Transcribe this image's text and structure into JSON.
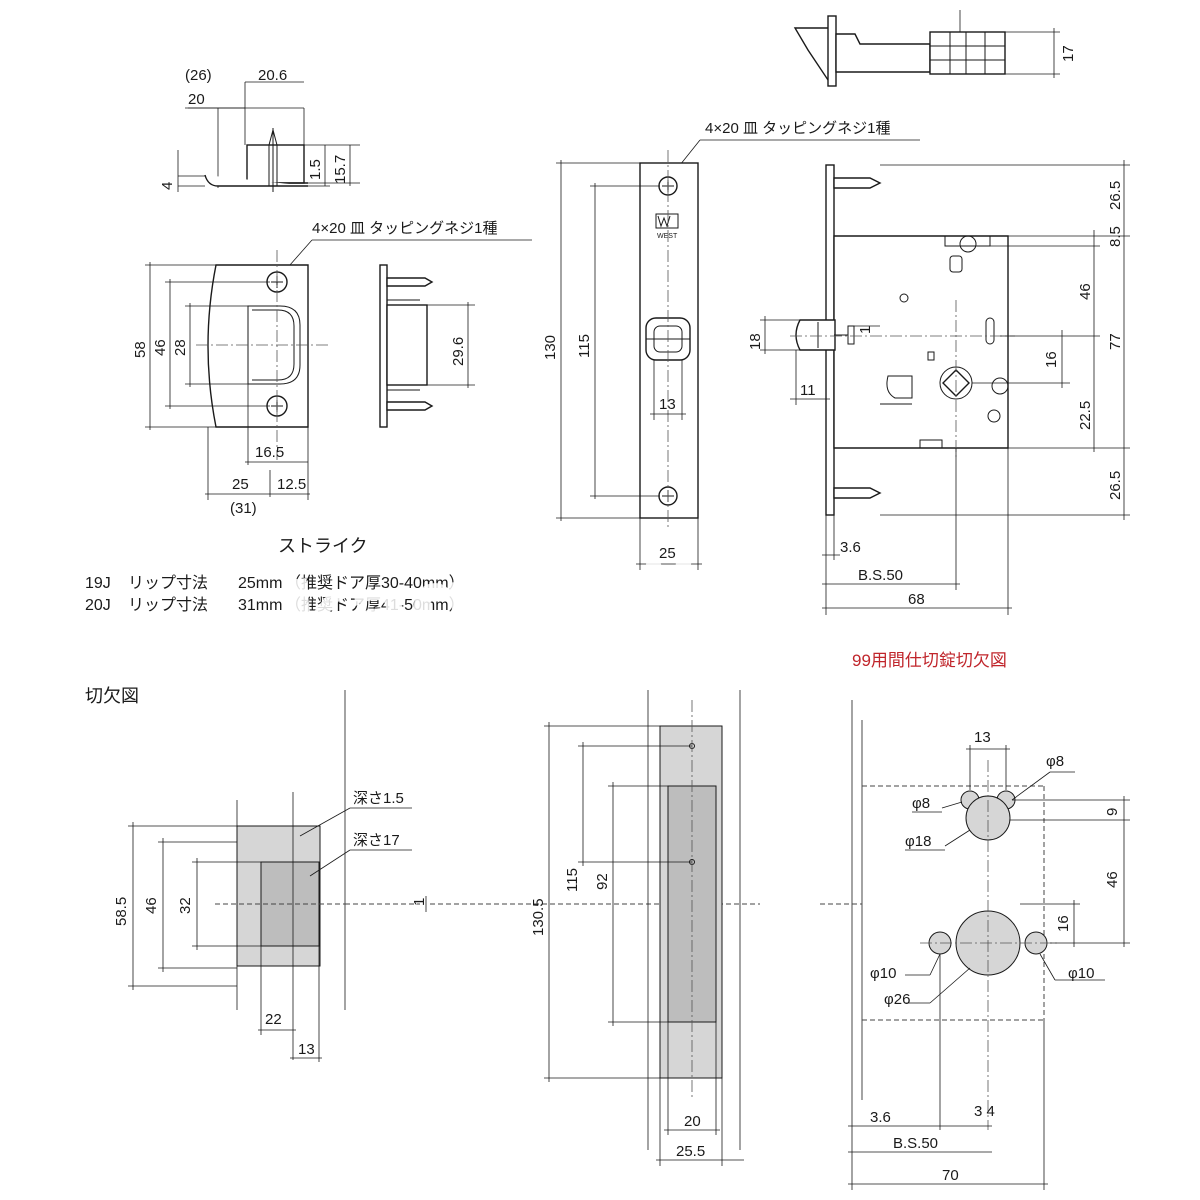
{
  "strike": {
    "top_dims": {
      "d26": "(26)",
      "d20_6": "20.6",
      "d20": "20",
      "d4": "4",
      "d1_5": "1.5",
      "d15_7": "15.7"
    },
    "screw_note": "4×20 皿 タッピングネジ1種",
    "front_dims": {
      "d58": "58",
      "d46": "46",
      "d28": "28",
      "d16_5": "16.5",
      "d25": "25",
      "d12_5": "12.5",
      "d31": "(31)"
    },
    "side_dims": {
      "d29_6": "29.6"
    },
    "title": "ストライク",
    "spec_rows": [
      {
        "model": "19J",
        "label": "リップ寸法",
        "size": "25mm",
        "note": "（推奨ドア厚30-40mm）"
      },
      {
        "model": "20J",
        "label": "リップ寸法",
        "size": "31mm",
        "note": "（推奨ドア厚41-50mm）"
      }
    ]
  },
  "latch": {
    "screw_note": "4×20 皿 タッピングネジ1種",
    "face_dims": {
      "d130": "130",
      "d115": "115",
      "d13": "13",
      "d25": "25"
    },
    "brand_mark": "WEST",
    "top_dims": {
      "d17": "17"
    },
    "body_dims": {
      "d18": "18",
      "d11": "11",
      "d1": "1",
      "d26_5_top": "26.5",
      "d8_5": "8.5",
      "d46": "46",
      "d77": "77",
      "d16": "16",
      "d22_5": "22.5",
      "d26_5_bottom": "26.5",
      "d3_6": "3.6",
      "bs50": "B.S.50",
      "d68": "68"
    }
  },
  "cutout": {
    "title": "切欠図",
    "red_title": "99用間仕切錠切欠図",
    "strike_dims": {
      "depth1_5": "深さ1.5",
      "depth17": "深さ17",
      "d58_5": "58.5",
      "d46": "46",
      "d32": "32",
      "d22": "22",
      "d13": "13"
    },
    "center_dims": {
      "d1": "1"
    },
    "edge_dims": {
      "d130_5": "130.5",
      "d115": "115",
      "d92": "92",
      "d20": "20",
      "d25_5": "25.5"
    },
    "hole_dims": {
      "d13": "13",
      "phi8_a": "φ8",
      "phi8_b": "φ8",
      "phi18": "φ18",
      "d9": "9",
      "d46": "46",
      "d16": "16",
      "phi10_l": "φ10",
      "phi10_r": "φ10",
      "phi26": "φ26",
      "d3_6": "3.6",
      "d34": "3 4",
      "bs50": "B.S.50",
      "d70": "70"
    }
  },
  "watermark": "kagitown"
}
